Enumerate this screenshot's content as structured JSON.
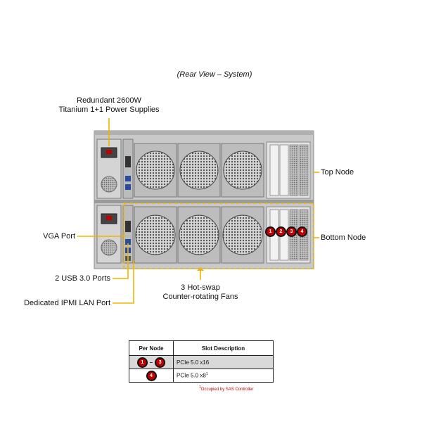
{
  "view_title": "(Rear View – System)",
  "callouts": {
    "power_supplies": {
      "line1": "Redundant 2600W",
      "line2": "Titanium 1+1 Power Supplies"
    },
    "top_node": "Top Node",
    "bottom_node": "Bottom Node",
    "vga_port": "VGA Port",
    "usb_ports": "2 USB 3.0 Ports",
    "ipmi_port": "Dedicated IPMI LAN Port",
    "fans": {
      "line1": "3 Hot-swap",
      "line2": "Counter-rotating Fans"
    }
  },
  "slot_badges": [
    "1",
    "2",
    "3",
    "4"
  ],
  "table": {
    "headers": [
      "Per Node",
      "Slot Description"
    ],
    "rows": [
      {
        "badges": [
          "1",
          "3"
        ],
        "separator": "–",
        "description": "PCIe 5.0 x16"
      },
      {
        "badges": [
          "4"
        ],
        "description": "PCIe 5.0 x8",
        "superscript": "1"
      }
    ]
  },
  "footnote": {
    "marker": "1",
    "text": "Occupied by SAS Controller"
  },
  "colors": {
    "callout_line": "#f2b400",
    "node_outline": "#f2b400",
    "badge": "#c00000",
    "chassis": "#c9c9c9"
  }
}
